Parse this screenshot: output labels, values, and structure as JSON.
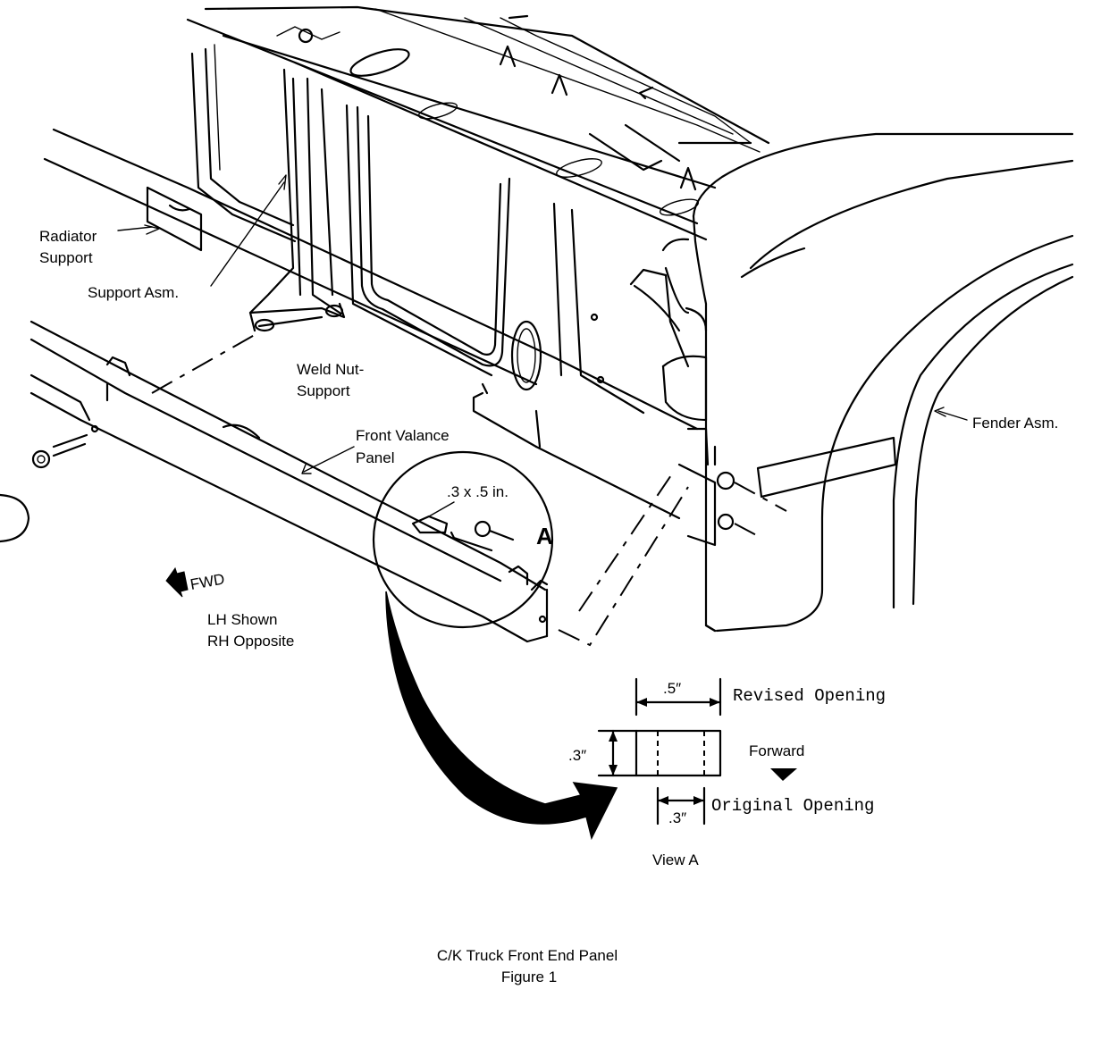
{
  "labels": {
    "radiator_support_1": "Radiator",
    "radiator_support_2": "Support",
    "support_asm": "Support Asm.",
    "weld_nut_1": "Weld Nut-",
    "weld_nut_2": "Support",
    "front_valance_1": "Front Valance",
    "front_valance_2": "Panel",
    "opening_size": ".3 x .5 in.",
    "view_marker": "A",
    "fender_asm": "Fender Asm.",
    "fwd": "FWD",
    "lh_shown": "LH Shown",
    "rh_opposite": "RH Opposite"
  },
  "view_a": {
    "dim_width": ".5″",
    "revised_opening": "Revised Opening",
    "dim_height": ".3″",
    "forward": "Forward",
    "dim_original": ".3″",
    "original_opening": "Original Opening",
    "title": "View A"
  },
  "caption": {
    "line1": "C/K Truck Front End Panel",
    "line2": "Figure 1"
  }
}
